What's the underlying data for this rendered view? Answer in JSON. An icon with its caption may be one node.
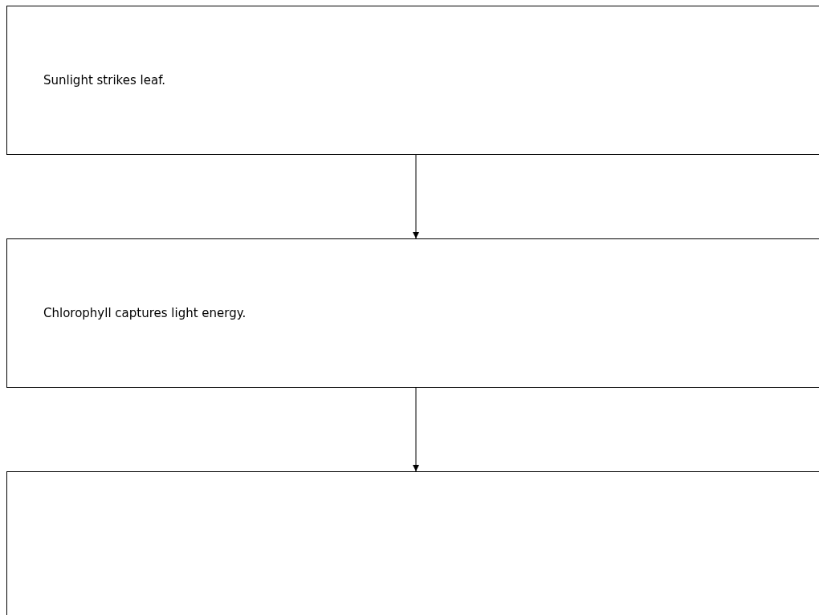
{
  "diagram": {
    "nodes": [
      {
        "text": [
          "Sunlight strikes leaf."
        ]
      },
      {
        "text": [
          "Chlorophyll captures light energy."
        ]
      },
      {
        "text": [],
        "shape": "box"
      }
    ],
    "edges": [
      {
        "from": 0,
        "to": 1,
        "arrow": "to"
      },
      {
        "from": 1,
        "to": 2,
        "arrow": "to"
      }
    ]
  }
}
